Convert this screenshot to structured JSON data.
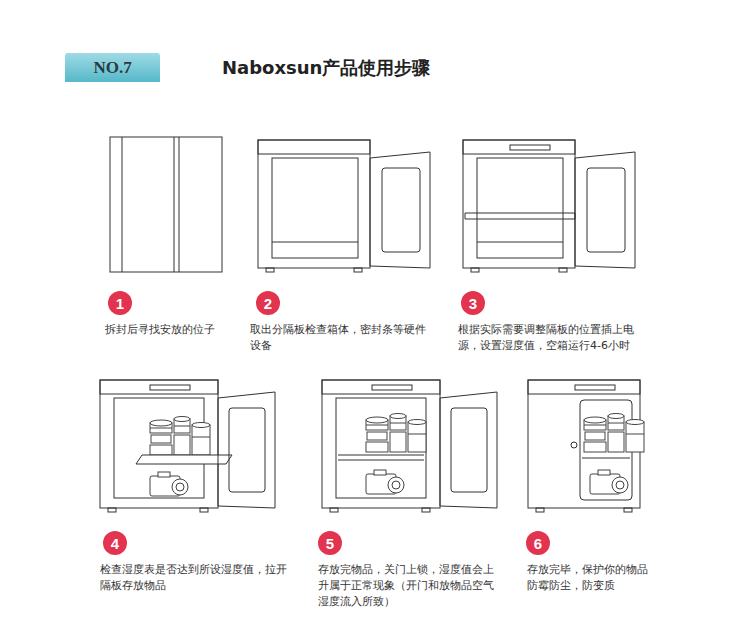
{
  "diagram": {
    "title": "Naboxsun产品使用步骤",
    "nodes": [
      {
        "text": [
          "NO.7"
        ]
      },
      {
        "text": [
          "1"
        ]
      },
      {
        "text": [
          "2"
        ]
      },
      {
        "text": [
          "3"
        ]
      },
      {
        "text": [
          "4"
        ]
      },
      {
        "text": [
          "5"
        ]
      },
      {
        "text": [
          "6"
        ]
      }
    ],
    "labels": [
      "拆封后寻找安放的位子",
      "取出分隔板检查箱体，密封条等硬件 设备",
      "根据实际需要调整隔板的位置插上电 源，设置湿度值，空箱运行4-6小时",
      "检查湿度表是否达到所设湿度值，拉开 隔板存放物品",
      "存放完物品，关门上锁，湿度值会上 升属于正常现象（开门和放物品空气 湿度流入所致）",
      "存放完毕，保护你的物品 防霉防尘，防变质"
    ]
  }
}
